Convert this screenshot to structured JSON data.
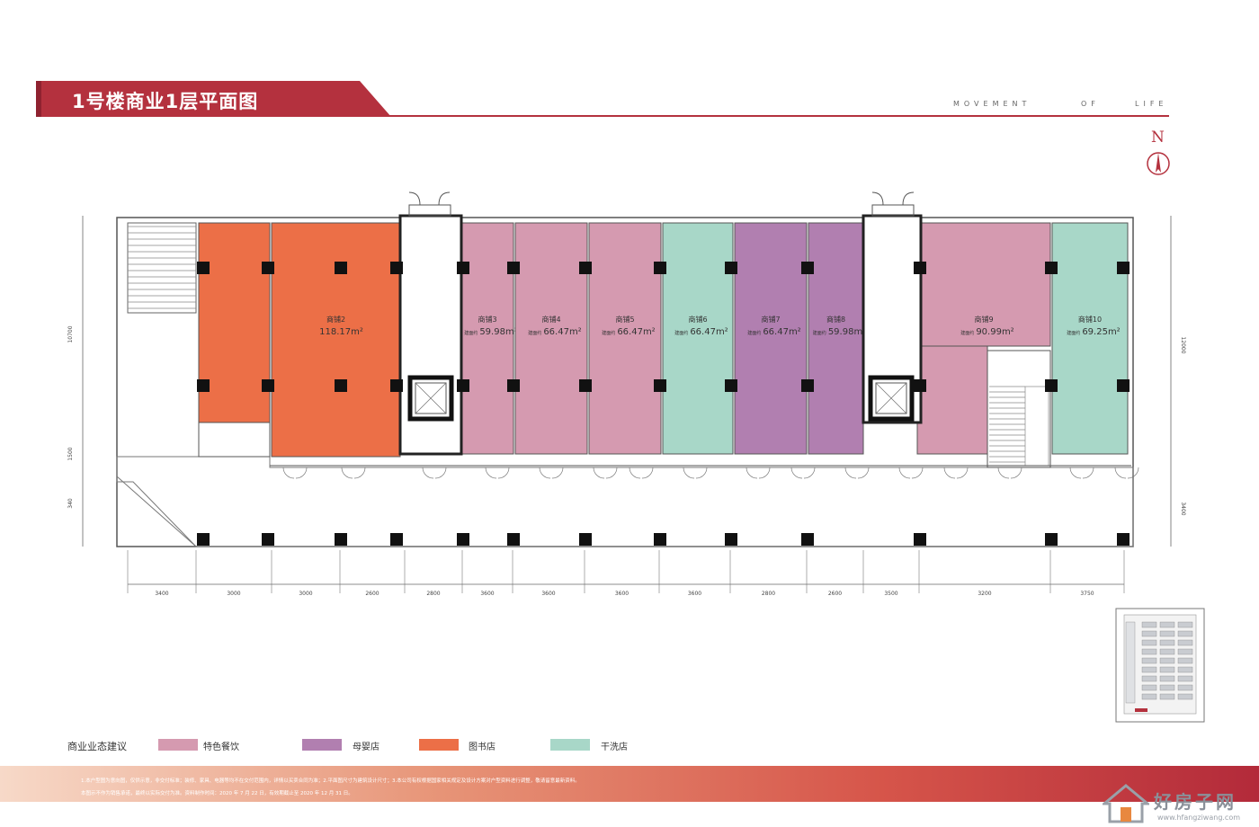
{
  "header": {
    "title": "1号楼商业1层平面图",
    "tagline_words": [
      "MOVEMENT",
      "OF",
      "LIFE"
    ],
    "north_label": "N"
  },
  "plan": {
    "shops": [
      {
        "name": "",
        "area_prefix": "",
        "area": "",
        "color": "#ec6f47"
      },
      {
        "name": "商铺2",
        "area_prefix": "",
        "area": "118.17m²",
        "color": "#ec6f47"
      },
      {
        "name": "商铺3",
        "area_prefix": "建面约",
        "area": "59.98m²",
        "color": "#d59ab0"
      },
      {
        "name": "商铺4",
        "area_prefix": "建面约",
        "area": "66.47m²",
        "color": "#d59ab0"
      },
      {
        "name": "商铺5",
        "area_prefix": "建面约",
        "area": "66.47m²",
        "color": "#d59ab0"
      },
      {
        "name": "商铺6",
        "area_prefix": "建面约",
        "area": "66.47m²",
        "color": "#a8d7c8"
      },
      {
        "name": "商铺7",
        "area_prefix": "建面约",
        "area": "66.47m²",
        "color": "#b17fb0"
      },
      {
        "name": "商铺8",
        "area_prefix": "建面约",
        "area": "59.98m²",
        "color": "#b17fb0"
      },
      {
        "name": "商铺9",
        "area_prefix": "建面约",
        "area": "90.99m²",
        "color": "#d59ab0"
      },
      {
        "name": "商铺10",
        "area_prefix": "建面约",
        "area": "69.25m²",
        "color": "#a8d7c8"
      }
    ],
    "bottom_dims": [
      "3400",
      "3000",
      "3000",
      "2600",
      "2800",
      "3600",
      "3600",
      "3600",
      "3600",
      "2800",
      "2600",
      "3500",
      "3200",
      "3750"
    ],
    "left_dims": [
      "10700",
      "1500",
      "340"
    ],
    "right_dims": [
      "12000",
      "3400"
    ]
  },
  "legend": {
    "title": "商业业态建议",
    "items": [
      {
        "label": "特色餐饮",
        "color": "#d59ab0"
      },
      {
        "label": "母婴店",
        "color": "#b17fb0"
      },
      {
        "label": "图书店",
        "color": "#ec6f47"
      },
      {
        "label": "干洗店",
        "color": "#a8d7c8"
      }
    ]
  },
  "footer": {
    "note_line1": "1.本户型图为意向图，仅供示意，非交付标准；装修、家具、电器等均不在交付范围内，详情以买卖合同为准；2.平面图尺寸为建筑设计尺寸；3.本公司有权根据国家相关规定及设计方案对户型资料进行调整，敬请留意最新资料。",
    "note_line2": "本图示不作为销售承诺，最终以实际交付为准。资料制作时间：2020 年 7 月 22 日，有效期截止至 2020 年 12 月 31 日。"
  },
  "watermark": {
    "text": "好房子网",
    "url": "www.hfangziwang.com"
  }
}
